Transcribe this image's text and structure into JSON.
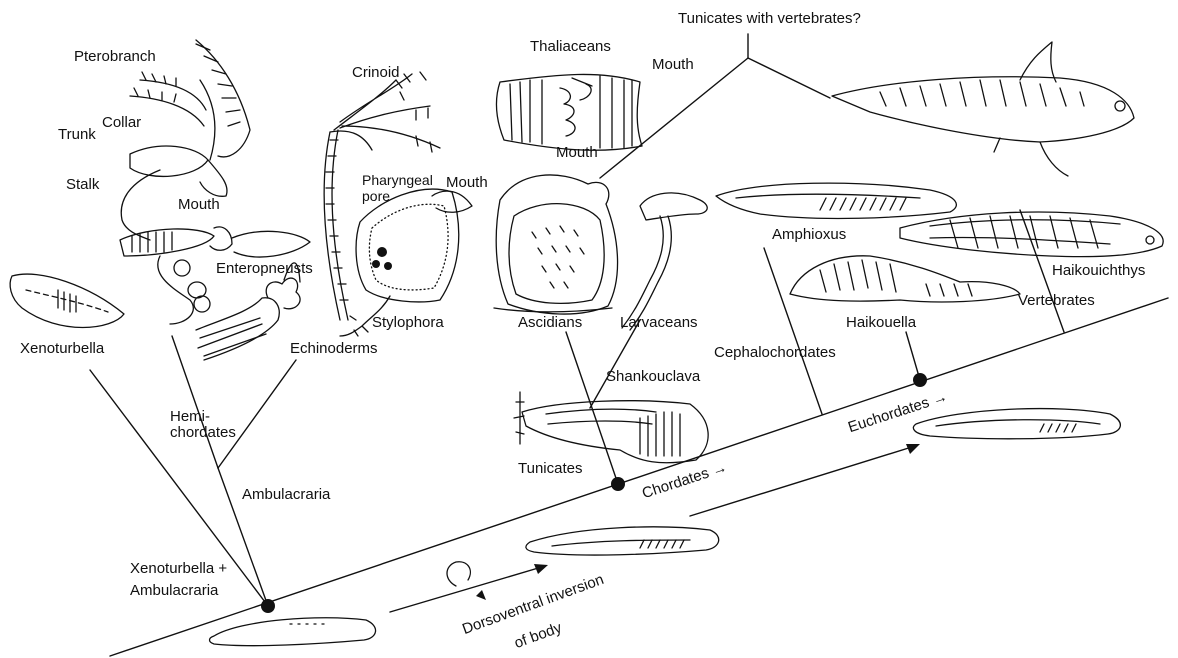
{
  "labels": {
    "tunicates_with_vertebrates": "Tunicates with vertebrates?",
    "pterobranch": "Pterobranch",
    "collar": "Collar",
    "trunk": "Trunk",
    "stalk": "Stalk",
    "mouth_ptero": "Mouth",
    "crinoid": "Crinoid",
    "thaliaceans": "Thaliaceans",
    "mouth_thal": "Mouth",
    "mouth_asc": "Mouth",
    "mouth_stylo": "Mouth",
    "pharyngeal": "Pharyngeal",
    "pore": "pore",
    "enteropneusts": "Enteropneusts",
    "xenoturbella": "Xenoturbella",
    "echinoderms": "Echinoderms",
    "stylophora": "Stylophora",
    "ascidians": "Ascidians",
    "larvaceans": "Larvaceans",
    "amphioxus": "Amphioxus",
    "haikouichthys": "Haikouichthys",
    "vertebrates": "Vertebrates",
    "haikouella": "Haikouella",
    "cephalochordates": "Cephalochordates",
    "shankouclava": "Shankouclava",
    "hemi": "Hemi-",
    "chordates_hemi": "chordates",
    "ambulacraria": "Ambulacraria",
    "tunicates": "Tunicates",
    "chordates": "Chordates →",
    "euchordates": "Euchordates →",
    "xeno_amb_1": "Xenoturbella  +",
    "xeno_amb_2": "Ambulacraria",
    "dorsoventral_1": "Dorsoventral inversion",
    "dorsoventral_2": "of body"
  }
}
